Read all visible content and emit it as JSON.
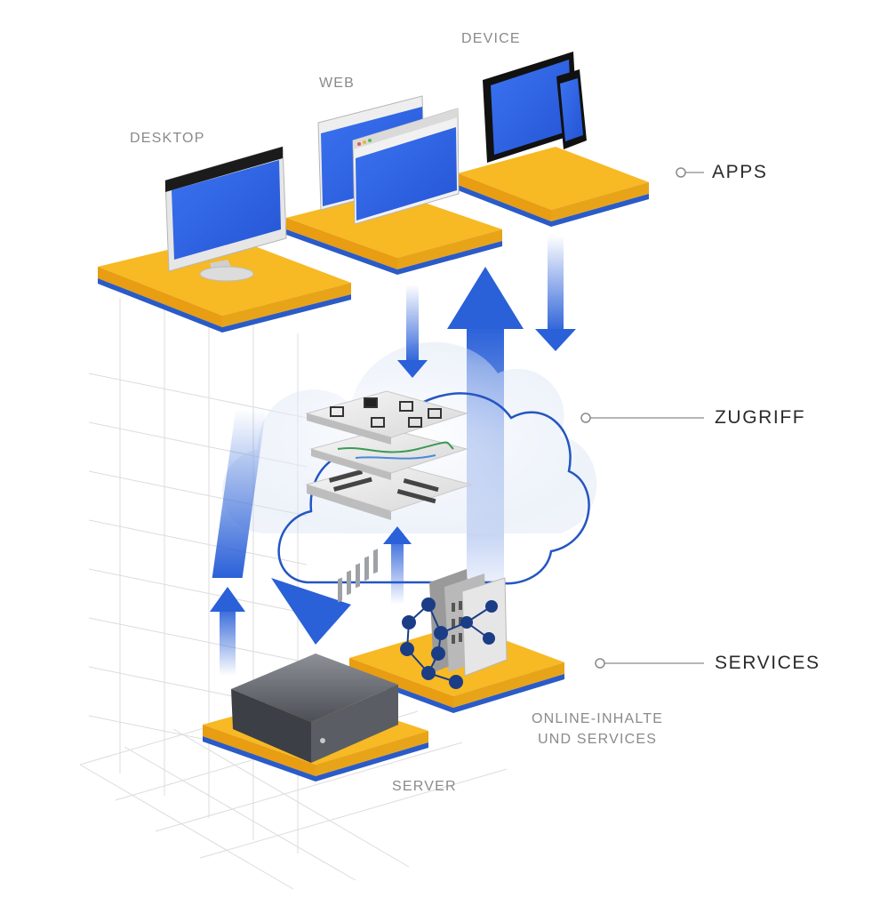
{
  "labels": {
    "desktop": "DESKTOP",
    "web": "WEB",
    "device": "DEVICE",
    "server": "SERVER",
    "online_line1": "ONLINE-INHALTE",
    "online_line2": "UND SERVICES"
  },
  "layers": {
    "apps": "APPS",
    "zugriff": "ZUGRIFF",
    "services": "SERVICES"
  },
  "colors": {
    "platform_top": "#f7b924",
    "platform_side": "#e89d12",
    "platform_base": "#2a5bc7",
    "screen": "#2e63e6",
    "arrow": "#2a60d8",
    "cloud_outline": "#2456c2",
    "label_gray": "#8a8a8a",
    "layer_text": "#2b2b2b"
  },
  "icons": [
    "imac-icon",
    "browser-window-icon",
    "tablet-icon",
    "smartphone-icon",
    "cloud-icon",
    "server-rack-icon",
    "document-stack-icon",
    "network-graph-icon"
  ]
}
